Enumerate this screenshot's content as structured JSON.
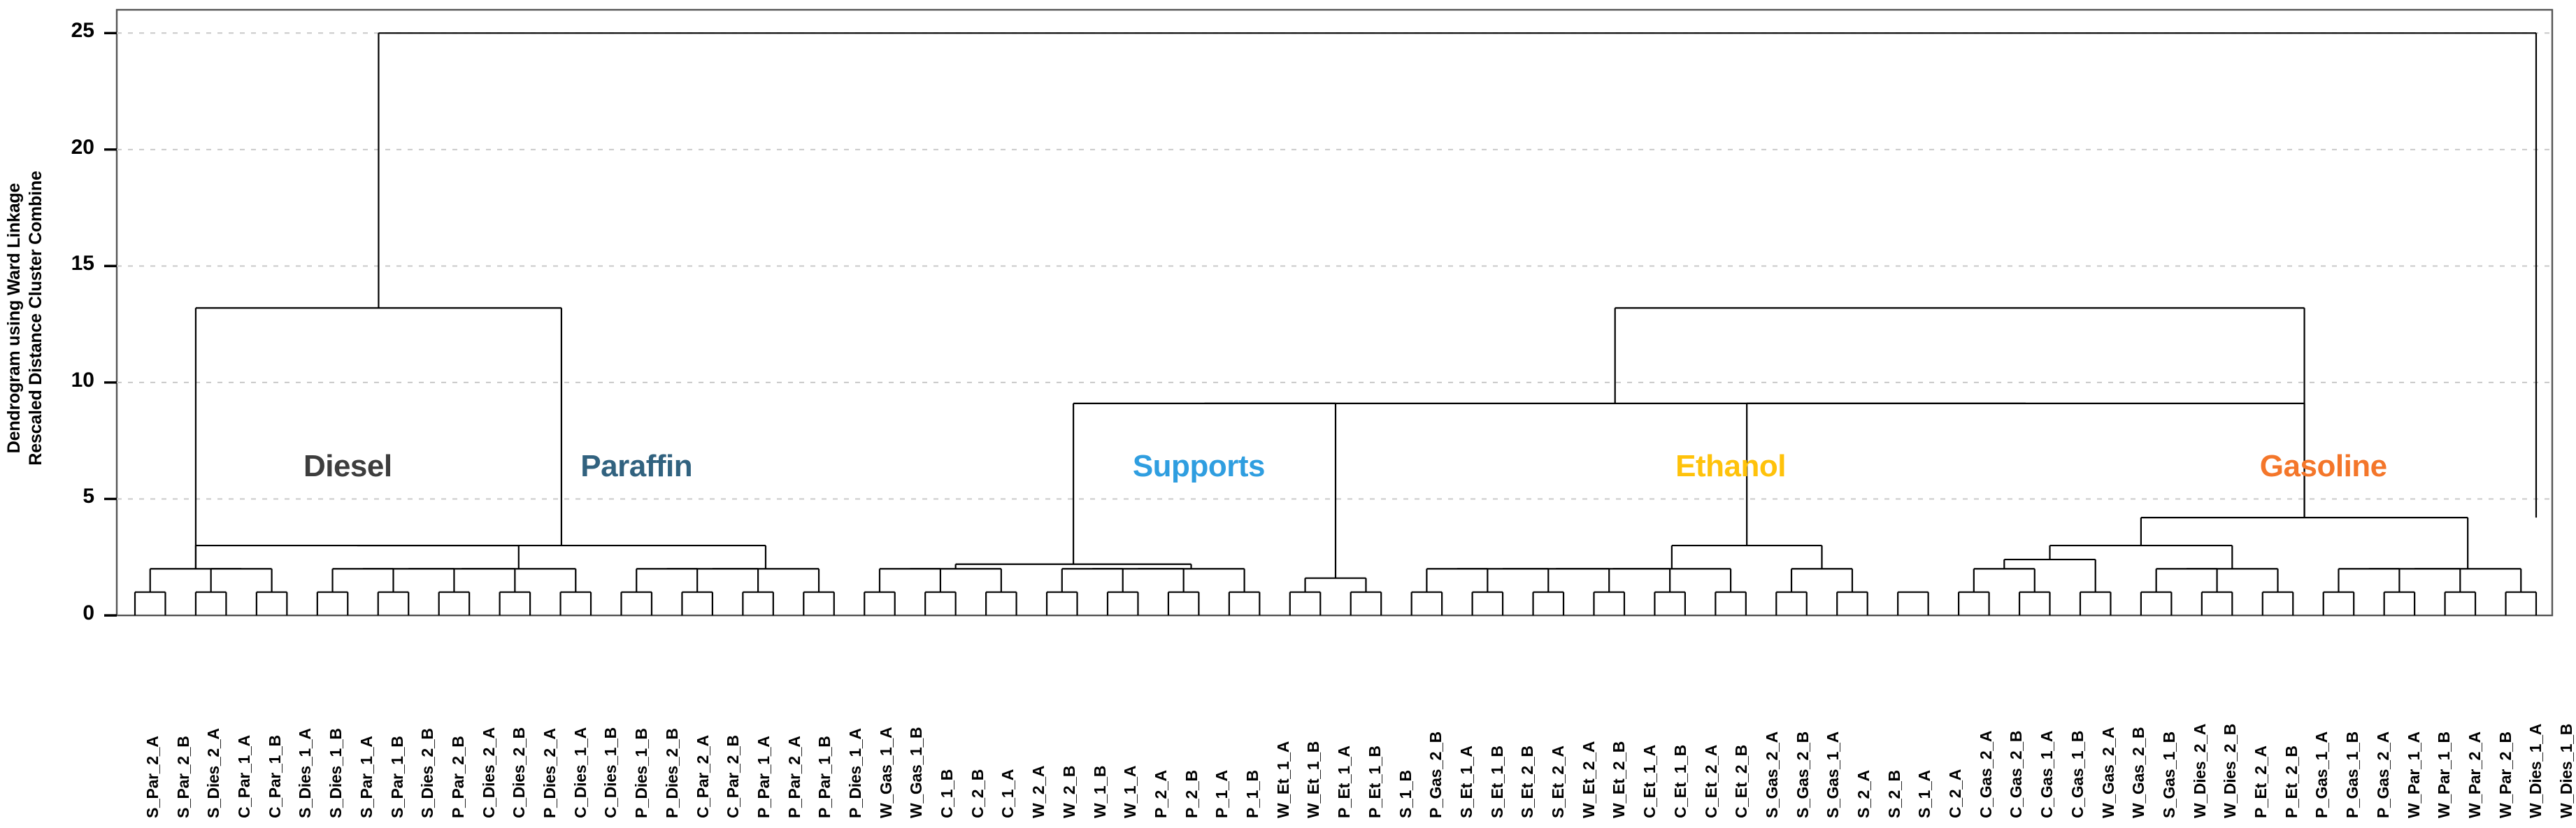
{
  "chart_data": {
    "type": "dendrogram",
    "title": "",
    "ylabel": "Dendrogram using Ward Linkage",
    "ylabel_line2": "Rescaled Distance Cluster Combine",
    "xlabel": "",
    "ylim": [
      0,
      26
    ],
    "yticks": [
      0,
      5,
      10,
      15,
      20,
      25
    ],
    "ytick_labels": [
      "0",
      "5",
      "10",
      "15",
      "20",
      "25"
    ],
    "grid": "horizontal-dashed",
    "legend": "none",
    "n_leaves": 96,
    "leaf_labels": [
      "S_Par_2_A",
      "S_Par_2_B",
      "S_Dies_2_A",
      "C_Par_1_A",
      "C_Par_1_B",
      "S_Dies_1_A",
      "S_Dies_1_B",
      "S_Par_1_A",
      "S_Par_1_B",
      "S_Dies_2_B",
      "P_Par_2_B",
      "C_Dies_2_A",
      "C_Dies_2_B",
      "P_Dies_2_A",
      "C_Dies_1_A",
      "C_Dies_1_B",
      "P_Dies_1_B",
      "P_Dies_2_B",
      "C_Par_2_A",
      "C_Par_2_B",
      "P_Par_1_A",
      "P_Par_2_A",
      "P_Par_1_B",
      "P_Dies_1_A",
      "W_Gas_1_A",
      "W_Gas_1_B",
      "C_1_B",
      "C_2_B",
      "C_1_A",
      "W_2_A",
      "W_2_B",
      "W_1_B",
      "W_1_A",
      "P_2_A",
      "P_2_B",
      "P_1_A",
      "P_1_B",
      "W_Et_1_A",
      "W_Et_1_B",
      "P_Et_1_A",
      "P_Et_1_B",
      "S_1_B",
      "P_Gas_2_B",
      "S_Et_1_A",
      "S_Et_1_B",
      "S_Et_2_B",
      "S_Et_2_A",
      "W_Et_2_A",
      "W_Et_2_B",
      "C_Et_1_A",
      "C_Et_1_B",
      "C_Et_2_A",
      "C_Et_2_B",
      "S_Gas_2_A",
      "S_Gas_2_B",
      "S_Gas_1_A",
      "S_2_A",
      "S_2_B",
      "S_1_A",
      "C_2_A",
      "C_Gas_2_A",
      "C_Gas_2_B",
      "C_Gas_1_A",
      "C_Gas_1_B",
      "W_Gas_2_A",
      "W_Gas_2_B",
      "S_Gas_1_B",
      "W_Dies_2_A",
      "W_Dies_2_B",
      "P_Et_2_A",
      "P_Et_2_B",
      "P_Gas_1_A",
      "P_Gas_1_B",
      "P_Gas_2_A",
      "W_Par_1_A",
      "W_Par_1_B",
      "W_Par_2_A",
      "W_Par_2_B",
      "W_Dies_1_A",
      "W_Dies_1_B"
    ],
    "cluster_labels": [
      {
        "text": "Diesel",
        "color": "#3d3d3d",
        "x_leaf": 7.0,
        "y": 6.3
      },
      {
        "text": "Paraffin",
        "color": "#31627f",
        "x_leaf": 16.5,
        "y": 6.3
      },
      {
        "text": "Supports",
        "color": "#2f9ee0",
        "x_leaf": 35.0,
        "y": 6.3
      },
      {
        "text": "Ethanol",
        "color": "#ffc20a",
        "x_leaf": 52.5,
        "y": 6.3
      },
      {
        "text": "Gasoline",
        "color": "#f4762a",
        "x_leaf": 72.0,
        "y": 6.3
      }
    ],
    "merges": [
      {
        "left": 0,
        "right": 1,
        "height": 1.0
      },
      {
        "left": 2,
        "right": 3,
        "height": 1.0
      },
      {
        "left": 4,
        "right": 5,
        "height": 1.0
      },
      {
        "left": 6,
        "right": 7,
        "height": 1.0
      },
      {
        "left": 8,
        "right": 9,
        "height": 1.0
      },
      {
        "left": 10,
        "right": 11,
        "height": 1.0
      },
      {
        "left": 12,
        "right": 13,
        "height": 1.0
      },
      {
        "left": 14,
        "right": 15,
        "height": 1.0
      },
      {
        "left": 16,
        "right": 17,
        "height": 1.0
      },
      {
        "left": 18,
        "right": 19,
        "height": 1.0
      },
      {
        "left": 20,
        "right": 21,
        "height": 1.0
      },
      {
        "left": 22,
        "right": 23,
        "height": 1.0
      },
      {
        "left": 24,
        "right": 25,
        "height": 1.0
      },
      {
        "left": 26,
        "right": 27,
        "height": 1.0
      },
      {
        "left": 28,
        "right": 29,
        "height": 1.0
      },
      {
        "left": 30,
        "right": 31,
        "height": 1.0
      },
      {
        "left": 32,
        "right": 33,
        "height": 1.0
      },
      {
        "left": 34,
        "right": 35,
        "height": 1.0
      },
      {
        "left": 36,
        "right": 37,
        "height": 1.0
      },
      {
        "left": 38,
        "right": 39,
        "height": 1.0
      },
      {
        "left": 40,
        "right": 41,
        "height": 1.0
      },
      {
        "left": 42,
        "right": 43,
        "height": 1.0
      },
      {
        "left": 44,
        "right": 45,
        "height": 1.0
      },
      {
        "left": 46,
        "right": 47,
        "height": 1.0
      },
      {
        "left": 48,
        "right": 49,
        "height": 1.0
      },
      {
        "left": 50,
        "right": 51,
        "height": 1.0
      },
      {
        "left": 52,
        "right": 53,
        "height": 1.0
      },
      {
        "left": 54,
        "right": 55,
        "height": 1.0
      },
      {
        "left": 56,
        "right": 57,
        "height": 1.0
      },
      {
        "left": 58,
        "right": 59,
        "height": 1.0
      },
      {
        "left": 60,
        "right": 61,
        "height": 1.0
      },
      {
        "left": 62,
        "right": 63,
        "height": 1.0
      },
      {
        "left": 64,
        "right": 65,
        "height": 1.0
      },
      {
        "left": 66,
        "right": 67,
        "height": 1.0
      },
      {
        "left": 68,
        "right": 69,
        "height": 1.0
      },
      {
        "left": 70,
        "right": 71,
        "height": 1.0
      },
      {
        "left": 72,
        "right": 73,
        "height": 1.0
      },
      {
        "left": 74,
        "right": 75,
        "height": 1.0
      },
      {
        "left": 76,
        "right": 77,
        "height": 1.0
      },
      {
        "left": 78,
        "right": 79,
        "height": 1.0
      }
    ]
  },
  "axis": {
    "y_label_line1": "Dendrogram using Ward Linkage",
    "y_label_line2": "Rescaled Distance Cluster Combine",
    "ticks": [
      "25",
      "20",
      "15",
      "10",
      "5",
      "0"
    ]
  },
  "clusters": {
    "diesel": "Diesel",
    "paraffin": "Paraffin",
    "supports": "Supports",
    "ethanol": "Ethanol",
    "gasoline": "Gasoline"
  },
  "colors": {
    "diesel": "#3d3d3d",
    "paraffin": "#31627f",
    "supports": "#2f9ee0",
    "ethanol": "#ffc20a",
    "gasoline": "#f4762a",
    "line": "#000000",
    "grid": "#c9c9c9",
    "frame": "#555555"
  }
}
